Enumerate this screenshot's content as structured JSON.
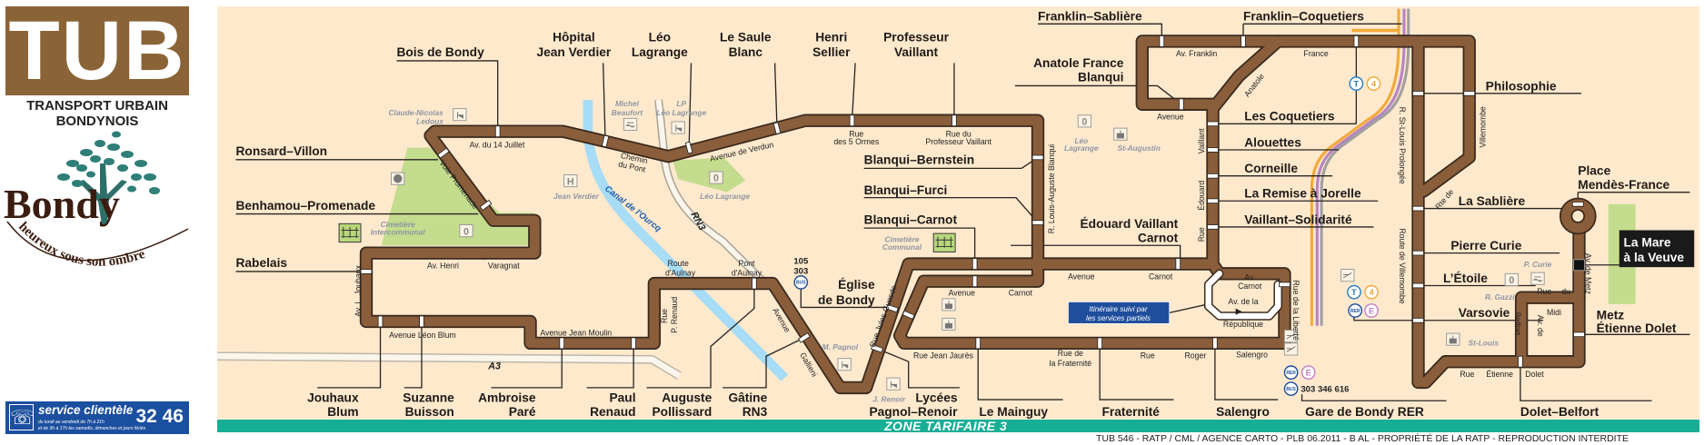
{
  "logo": {
    "brand": "TUB",
    "line1": "TRANSPORT URBAIN",
    "line2": "BONDYNOIS"
  },
  "city_logo": {
    "name": "Bondy",
    "slogan": "heureux sous son ombre"
  },
  "service": {
    "title": "service clientèle",
    "hours1": "du lundi au vendredi de 7h à 21h",
    "hours2": "et de 9h à 17h les samedis, dimanches et jours fériés",
    "phone": "32 46"
  },
  "zone": "ZONE TARIFAIRE 3",
  "credits": "TUB 546 - RATP / CML / AGENCE CARTO - PLB 06.2011 - B AL - PROPRIÉTÉ DE LA RATP - REPRODUCTION INTERDITE",
  "colors": {
    "route": "#8b5e3b",
    "route_outline": "#3a2a1e",
    "background": "#fee9cd",
    "park": "#c3dc8d",
    "canal": "#a6dcf5",
    "zone_bar": "#17ae96",
    "brand": "#8a6437",
    "service": "#1b4f9f"
  },
  "stops": {
    "ronsard_villon": "Ronsard–Villon",
    "benhamou_promenade": "Benhamou–Promenade",
    "rabelais": "Rabelais",
    "bois_de_bondy": "Bois de Bondy",
    "hopital_jean_verdier": [
      "Hôpital",
      "Jean Verdier"
    ],
    "leo_lagrange": [
      "Léo",
      "Lagrange"
    ],
    "le_saule_blanc": [
      "Le Saule",
      "Blanc"
    ],
    "henri_sellier": [
      "Henri",
      "Sellier"
    ],
    "professeur_vaillant": [
      "Professeur",
      "Vaillant"
    ],
    "blanqui_bernstein": "Blanqui–Bernstein",
    "blanqui_furci": "Blanqui–Furci",
    "blanqui_carnot": "Blanqui–Carnot",
    "eglise_de_bondy": [
      "Église",
      "de Bondy"
    ],
    "anatole_france_blanqui": [
      "Anatole France",
      "Blanqui"
    ],
    "franklin_sabliere": "Franklin–Sablière",
    "franklin_coquetiers": "Franklin–Coquetiers",
    "les_coquetiers": "Les Coquetiers",
    "alouettes": "Alouettes",
    "corneille": "Corneille",
    "la_remise_a_jorelle": "La Remise à Jorelle",
    "vaillant_solidarite": "Vaillant–Solidarité",
    "edouard_vaillant_carnot": [
      "Édouard Vaillant",
      "Carnot"
    ],
    "philosophie": "Philosophie",
    "la_sabliere": "La Sablière",
    "place_mendes_france": [
      "Place",
      "Mendès-France"
    ],
    "la_mare_a_la_veuve": [
      "La Mare",
      "à la Veuve"
    ],
    "pierre_curie": "Pierre Curie",
    "l_etoile": "L’Étoile",
    "varsovie": "Varsovie",
    "metz_etienne_dolet": [
      "Metz",
      "Étienne Dolet"
    ],
    "dolet_belfort": "Dolet–Belfort",
    "gare_de_bondy_rer": "Gare de Bondy RER",
    "salengro": "Salengro",
    "fraternite": "Fraternité",
    "le_mainguy": "Le Mainguy",
    "lycees_pagnol_renoir": [
      "Lycées",
      "Pagnol–Renoir"
    ],
    "gatine_rn3": [
      "Gâtine",
      "RN3"
    ],
    "auguste_pollissard": [
      "Auguste",
      "Pollissard"
    ],
    "paul_renaud": [
      "Paul",
      "Renaud"
    ],
    "ambroise_pare": [
      "Ambroise",
      "Paré"
    ],
    "suzanne_buisson": [
      "Suzanne",
      "Buisson"
    ],
    "jouhaux_blum": [
      "Jouhaux",
      "Blum"
    ]
  },
  "streets": {
    "av_14_juillet": "Av. du 14 Juillet",
    "voie_promenade": "Voie   Promenade",
    "av_henri": "Av.  Henri",
    "varagnat": "Varagnat",
    "av_jouhaux": "Av. L. Jouhaux",
    "av_leon_blum": "Avenue Léon Blum",
    "av_jean_moulin": "Avenue Jean Moulin",
    "rue_renaud": [
      "Rue",
      "P. Renaud"
    ],
    "route_aulnay": [
      "Route",
      "d'Aulnay"
    ],
    "pont_aulnay": [
      "Pont",
      "d'Aulnay"
    ],
    "av_gallieni": [
      "Avenue",
      "Gallieni"
    ],
    "rue_jules_guesde": "Rue   Jules   Guesde",
    "chemin_du_pont": [
      "Chemin",
      "du Pont"
    ],
    "av_verdun": "Avenue    de    Verdun",
    "rue_5_ormes": [
      "Rue",
      "des 5 Ormes"
    ],
    "rue_prof_vaillant": [
      "Rue du",
      "Professeur Vaillant"
    ],
    "rue_blanqui": "R. Louis-Auguste Blanqui",
    "av_franklin": "Av. Franklin",
    "anatole_france": [
      "Anatole",
      "France"
    ],
    "avenue_af": "Avenue",
    "rue_ed_vaillant": [
      "Rue",
      "Édouard",
      "Vaillant"
    ],
    "av_carnot_upper": [
      "Avenue",
      "Carnot"
    ],
    "av_carnot_lower": [
      "Avenue",
      "Carnot"
    ],
    "av_carnot_small": [
      "Av.",
      "Carnot"
    ],
    "av_republique": [
      "Av. de la",
      "République"
    ],
    "rue_liberte": "Rue de la Liberté",
    "rue_jean_jaures": "Rue Jean Jaurès",
    "rue_fraternite": [
      "Rue de",
      "la Fraternité"
    ],
    "rue_roger_salengro": [
      "Rue",
      "Roger",
      "Salengro"
    ],
    "rue_etienne_dolet": [
      "Rue",
      "Étienne",
      "Dolet"
    ],
    "belfort": "Belfort",
    "rue_du_midi": [
      "Rue",
      "du",
      "Midi"
    ],
    "av_de_metz": "Av. de Metz",
    "av_de_inner": "Av.  de",
    "rue_st_louis": "R. St-Louis Prolongée",
    "route_villemombe": "Route de Villemombe",
    "villemombe": "Villemombe",
    "rte_de": "Rte    de"
  },
  "places": {
    "claude_ledoux": [
      "Claude-Nicolas",
      "Ledoux"
    ],
    "michel_beaufort": [
      "Michel",
      "Beaufort"
    ],
    "lp_leo": [
      "LP",
      "Léo Lagrange"
    ],
    "jean_verdier": "Jean Verdier",
    "leo_park": "Léo Lagrange",
    "leo_lagrange2": [
      "Léo",
      "Lagrange"
    ],
    "st_augustin": "St-Augustin",
    "cimetiere_inter": [
      "Cimetière",
      "Intercommunal"
    ],
    "cimetiere_comm": [
      "Cimetière",
      "Communal"
    ],
    "m_pagnol": "M. Pagnol",
    "j_renoir": "J. Renoir",
    "p_curie": "P. Curie",
    "r_gazzi": "R. Gazzi",
    "st_louis": "St-Louis"
  },
  "roads": {
    "a3": "A3",
    "rn3": "RN3",
    "canal": "Canal de l'Ourcq"
  },
  "pictograms": {
    "hospital": "H",
    "stadium": "0"
  },
  "connections": {
    "eglise_lines": [
      "105",
      "303"
    ],
    "bus": "BUS",
    "tram": "T",
    "tram_line": "4",
    "rer": "RER",
    "rer_line": "E",
    "gare_lines": "303  346  616"
  },
  "note": [
    "Itinéraire suivi par",
    "les services partiels"
  ]
}
